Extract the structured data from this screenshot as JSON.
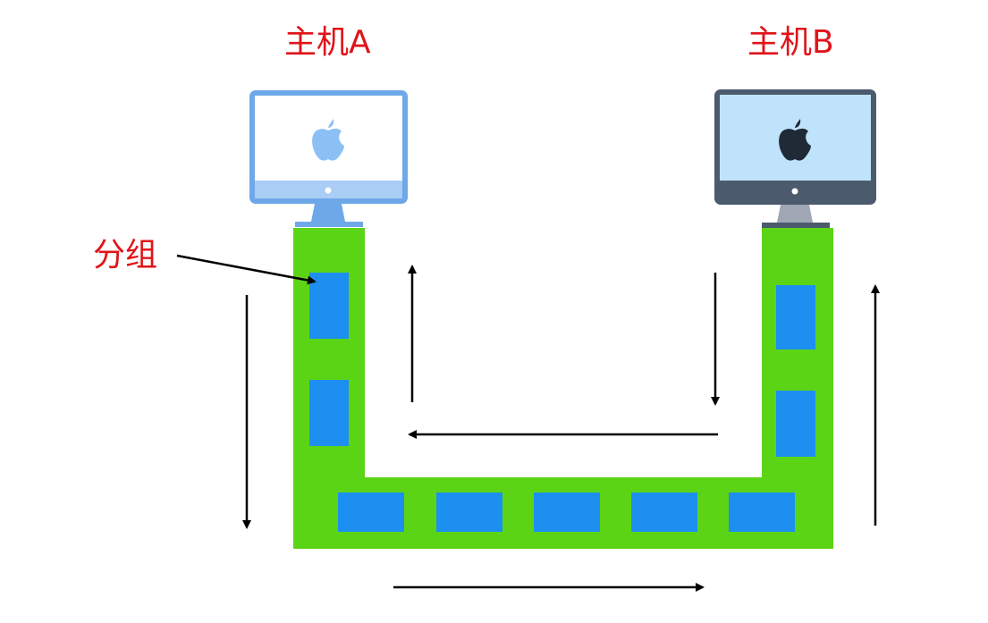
{
  "labels": {
    "host_a": "主机A",
    "host_b": "主机B",
    "packet": "分组"
  },
  "colors": {
    "label_red": "#e0141a",
    "channel_green": "#5cd416",
    "packet_blue": "#1d8ff0",
    "arrow": "#000000",
    "host_a_frame": "#6fa8e8",
    "host_a_screen": "#ffffff",
    "host_a_logo": "#8cc0f5",
    "host_b_frame": "#4c5a6e",
    "host_b_screen": "#bfe3fb",
    "host_b_logo": "#1f2a36"
  },
  "icons": {
    "host_a": "computer-apple-logo-icon",
    "host_b": "computer-apple-logo-icon"
  }
}
